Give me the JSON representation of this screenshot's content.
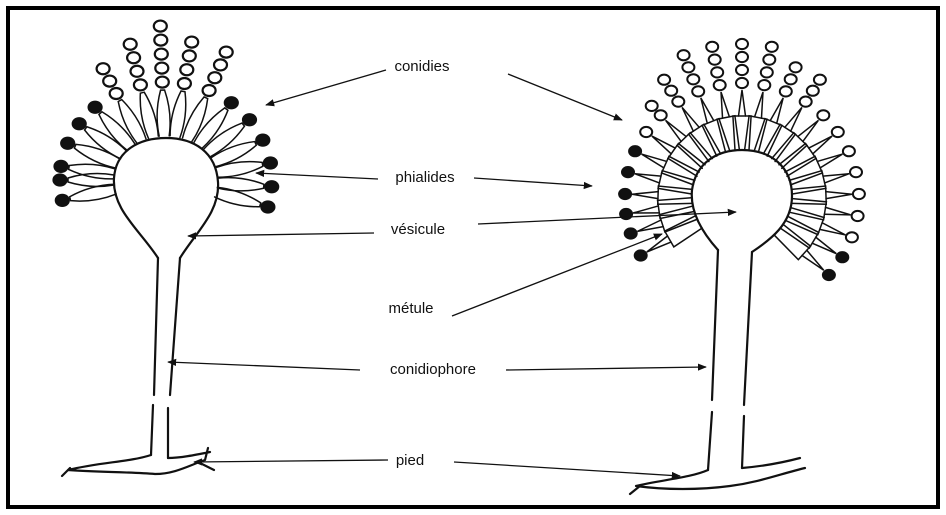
{
  "labels": {
    "conidies": "conidies",
    "phialides": "phialides",
    "vesicule": "vésicule",
    "metule": "métule",
    "conidiophore": "conidiophore",
    "pied": "pied"
  },
  "colors": {
    "ink": "#111111",
    "frame": "#000000",
    "background": "#ffffff"
  }
}
